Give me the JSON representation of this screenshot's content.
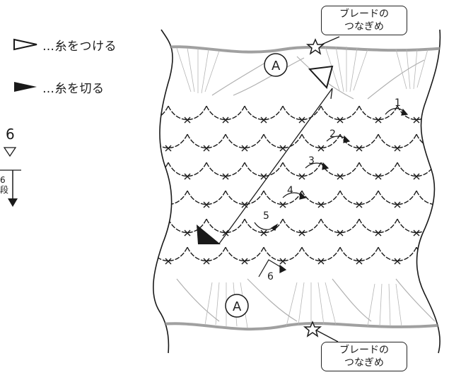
{
  "legend": {
    "attach_label": "…糸をつける",
    "cut_label": "…糸を切る",
    "attach_icon": "hollow-triangle-icon",
    "cut_icon": "filled-triangle-icon"
  },
  "side_marker": {
    "number": "6",
    "rows_label": [
      "6",
      "段"
    ]
  },
  "callouts": {
    "braid_join_top": [
      "ブレードの",
      "つなぎめ"
    ],
    "braid_join_bottom": [
      "ブレードの",
      "つなぎめ"
    ]
  },
  "motif_label": "A",
  "row_numbers": [
    "1",
    "2",
    "3",
    "4",
    "5",
    "6"
  ],
  "colors": {
    "ink": "#1a1a1a",
    "braid": "#9a9a9a",
    "faded": "#b5b5b5"
  }
}
